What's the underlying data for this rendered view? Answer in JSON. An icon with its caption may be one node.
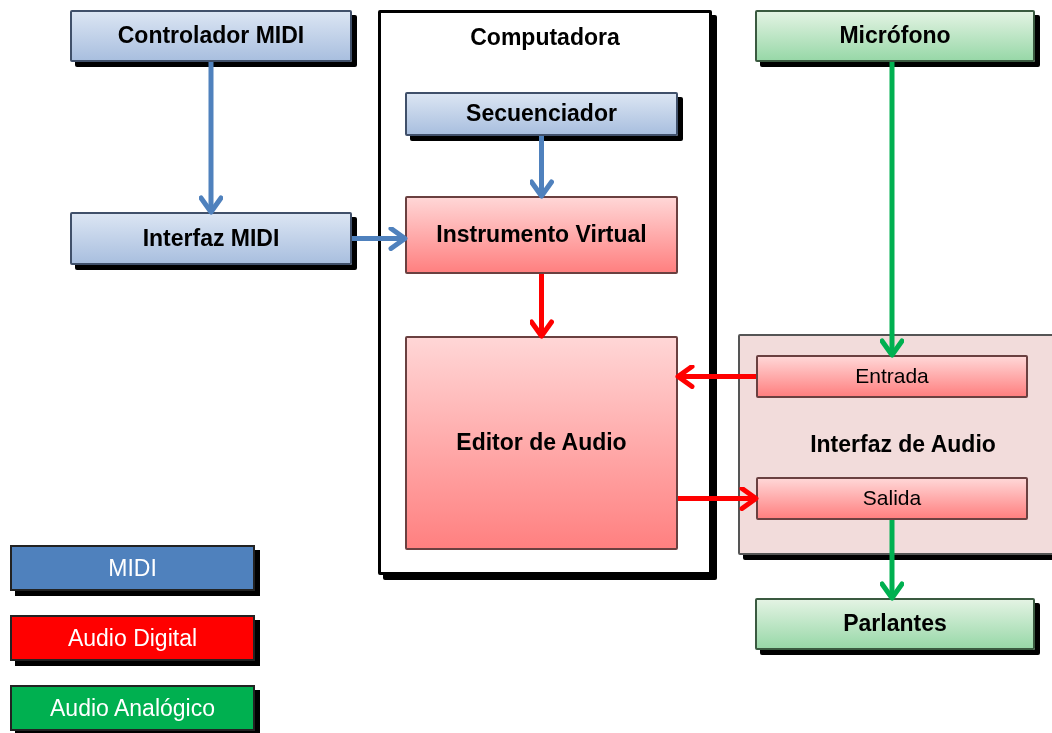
{
  "diagram": {
    "nodes": [
      {
        "text": [
          "Controlador MIDI"
        ]
      },
      {
        "text": [
          "Computadora"
        ]
      },
      {
        "text": [
          "Secuenciador"
        ],
        "in": 1
      },
      {
        "text": [
          "Instrumento Virtual"
        ],
        "in": 1
      },
      {
        "text": [
          "Editor de Audio"
        ],
        "in": 1
      },
      {
        "text": [
          "Micrófono"
        ]
      },
      {
        "text": [
          "Interfaz MIDI"
        ]
      },
      {
        "text": [
          "Interfaz de Audio"
        ]
      },
      {
        "text": [
          "Entrada"
        ],
        "in": 7
      },
      {
        "text": [
          "Salida"
        ],
        "in": 7
      },
      {
        "text": [
          "Parlantes"
        ]
      }
    ],
    "edges": [
      {
        "from": 0,
        "to": 6,
        "arrow": "to",
        "color": "#4f81bd"
      },
      {
        "from": 6,
        "to": 3,
        "arrow": "to",
        "color": "#4f81bd"
      },
      {
        "from": 2,
        "to": 3,
        "arrow": "to",
        "color": "#4f81bd"
      },
      {
        "from": 3,
        "to": 4,
        "arrow": "to",
        "color": "#ff0000"
      },
      {
        "from": 8,
        "to": 4,
        "arrow": "to",
        "color": "#ff0000"
      },
      {
        "from": 4,
        "to": 9,
        "arrow": "to",
        "color": "#ff0000"
      },
      {
        "from": 5,
        "to": 8,
        "arrow": "to",
        "color": "#00b050"
      },
      {
        "from": 9,
        "to": 10,
        "arrow": "to",
        "color": "#00b050"
      }
    ],
    "legend": [
      {
        "text": "MIDI",
        "color": "#4f81bd"
      },
      {
        "text": "Audio Digital",
        "color": "#ff0000"
      },
      {
        "text": "Audio Analógico",
        "color": "#00b050"
      }
    ]
  }
}
